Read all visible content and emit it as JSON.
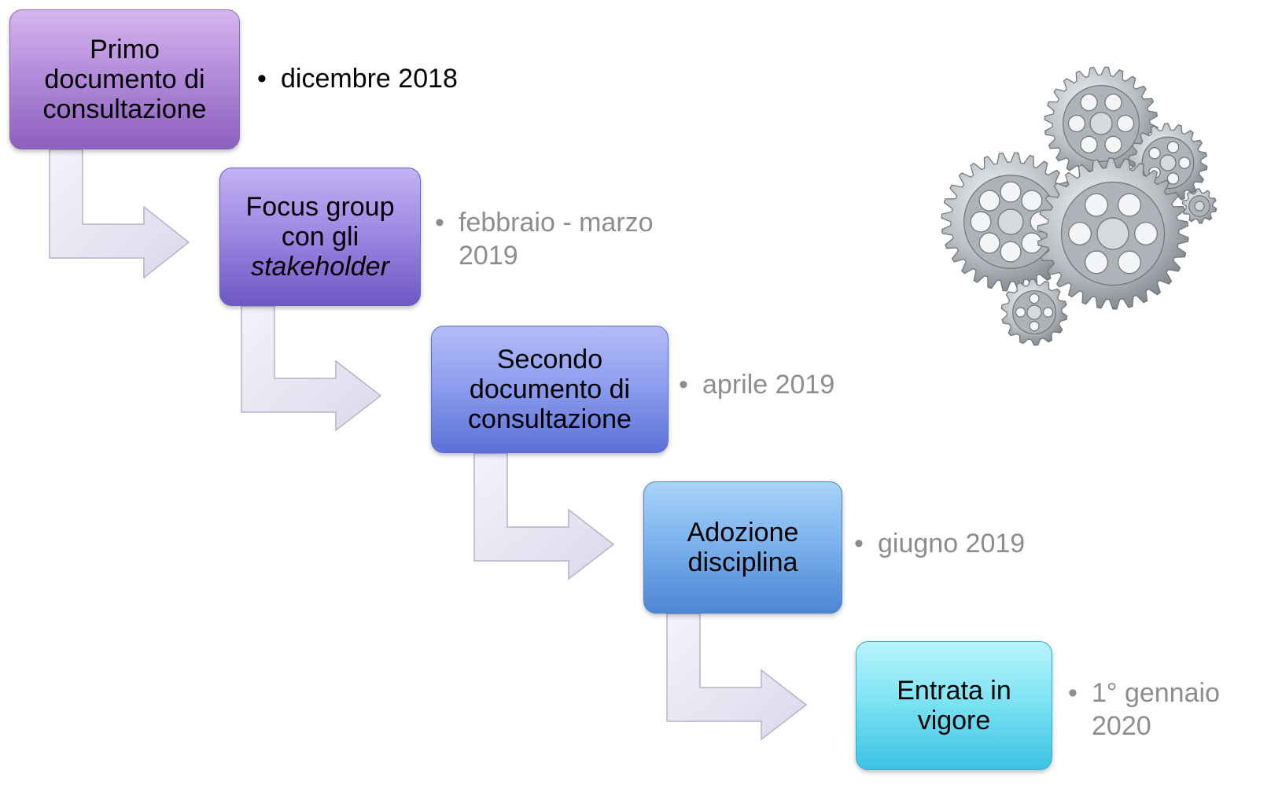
{
  "steps": [
    {
      "lines": [
        "Primo",
        "documento di",
        "consultazione"
      ],
      "date": [
        "dicembre 2018"
      ],
      "active": true
    },
    {
      "lines": [
        "Focus group",
        "con gli",
        "stakeholder"
      ],
      "italic_line": 2,
      "date": [
        "febbraio - marzo",
        "2019"
      ],
      "active": false
    },
    {
      "lines": [
        "Secondo",
        "documento di",
        "consultazione"
      ],
      "date": [
        "aprile 2019"
      ],
      "active": false
    },
    {
      "lines": [
        "Adozione",
        "disciplina"
      ],
      "date": [
        "giugno 2019"
      ],
      "active": false
    },
    {
      "lines": [
        "Entrata in",
        "vigore"
      ],
      "date": [
        "1° gennaio",
        "2020"
      ],
      "active": false
    }
  ],
  "bullet": "•",
  "colors": {
    "active_date": "#000000",
    "inactive_date": "#8d8d8d",
    "box1": "#b891dd",
    "box2": "#9f8ae4",
    "box3": "#8f9eee",
    "box4": "#7db3ee",
    "box5": "#7fe4f4"
  },
  "decoration": {
    "icon": "gears-icon"
  }
}
